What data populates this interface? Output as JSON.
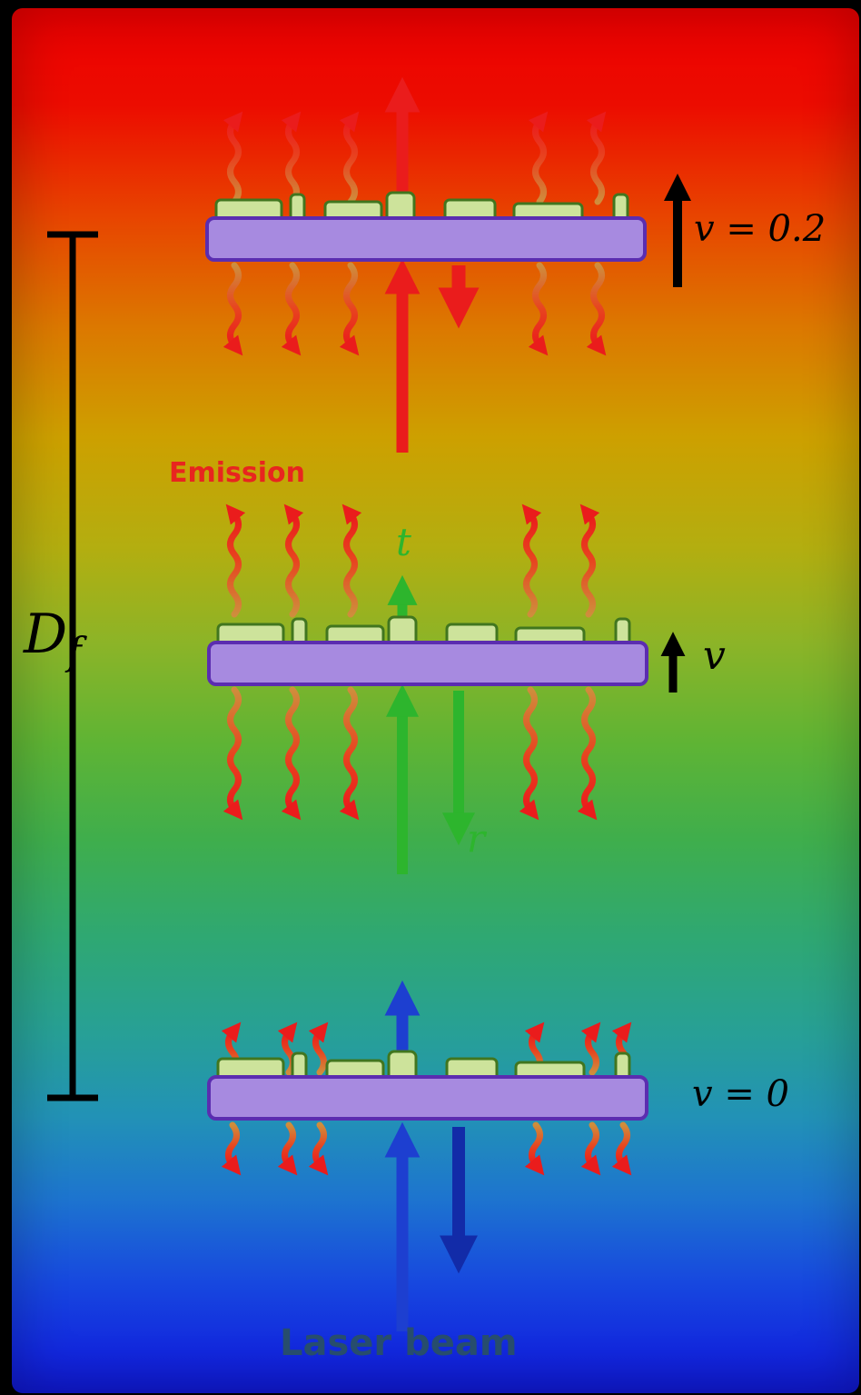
{
  "labels": {
    "velocity_top": "v = 0.2",
    "velocity_mid": "v",
    "velocity_bottom": "v = 0",
    "distance_main": "D",
    "distance_sub": "f",
    "emission": "Emission",
    "transmission": "t",
    "reflection": "r",
    "laser_beam": "Laser beam"
  },
  "colors": {
    "background_top": "#ee0000",
    "background_middle": "#8bb428",
    "background_bottom": "#1018d0",
    "sail_fill": "#a78ae0",
    "sail_border": "#5b2db0",
    "bump_fill": "#cde39b",
    "bump_border": "#41761f",
    "emission_red": "#ea1c1c",
    "emission_orange": "#cf8d3c",
    "doppler_green": "#2db52d",
    "laser_blue": "#1d3fd0",
    "laser_navy": "#122ba8",
    "arrow_black": "#000000",
    "laser_text": "#274d6d"
  }
}
